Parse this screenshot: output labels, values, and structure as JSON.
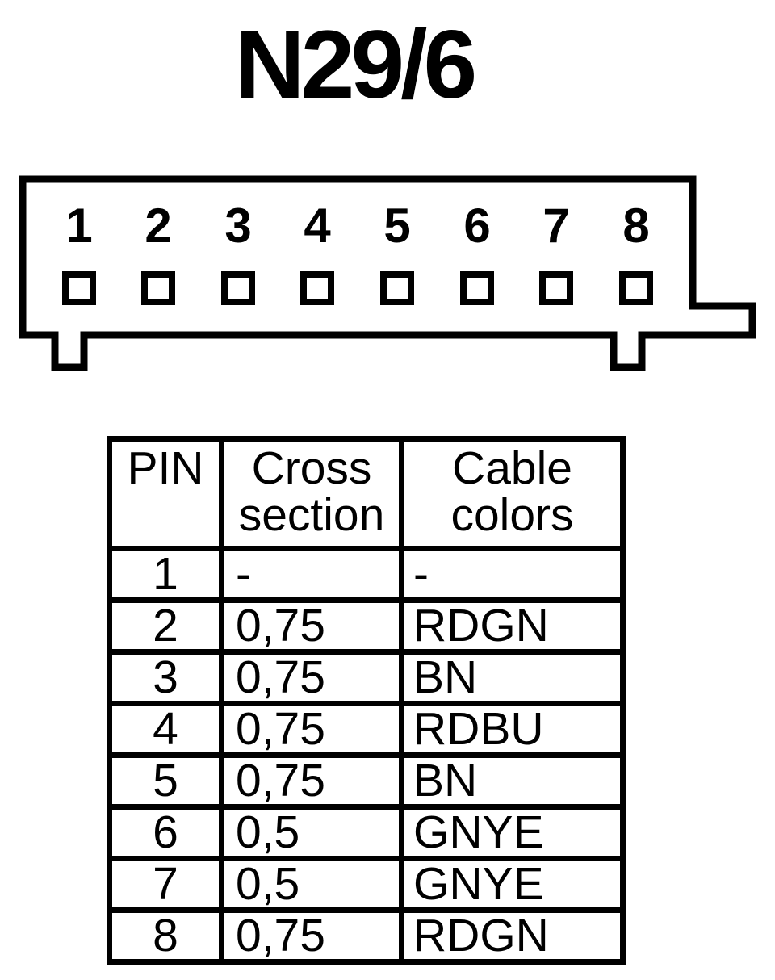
{
  "title": "N29/6",
  "connector": {
    "pins": [
      "1",
      "2",
      "3",
      "4",
      "5",
      "6",
      "7",
      "8"
    ]
  },
  "table": {
    "headers": {
      "pin": "PIN",
      "cross_line1": "Cross",
      "cross_line2": "section",
      "cable_line1": "Cable",
      "cable_line2": "colors"
    },
    "rows": [
      {
        "pin": "1",
        "cross_section": "-",
        "cable_color": "-"
      },
      {
        "pin": "2",
        "cross_section": "0,75",
        "cable_color": "RDGN"
      },
      {
        "pin": "3",
        "cross_section": "0,75",
        "cable_color": "BN"
      },
      {
        "pin": "4",
        "cross_section": "0,75",
        "cable_color": "RDBU"
      },
      {
        "pin": "5",
        "cross_section": "0,75",
        "cable_color": "BN"
      },
      {
        "pin": "6",
        "cross_section": "0,5",
        "cable_color": "GNYE"
      },
      {
        "pin": "7",
        "cross_section": "0,5",
        "cable_color": "GNYE"
      },
      {
        "pin": "8",
        "cross_section": "0,75",
        "cable_color": "RDGN"
      }
    ]
  },
  "colors": {
    "ink": "#000000",
    "paper": "#ffffff"
  }
}
